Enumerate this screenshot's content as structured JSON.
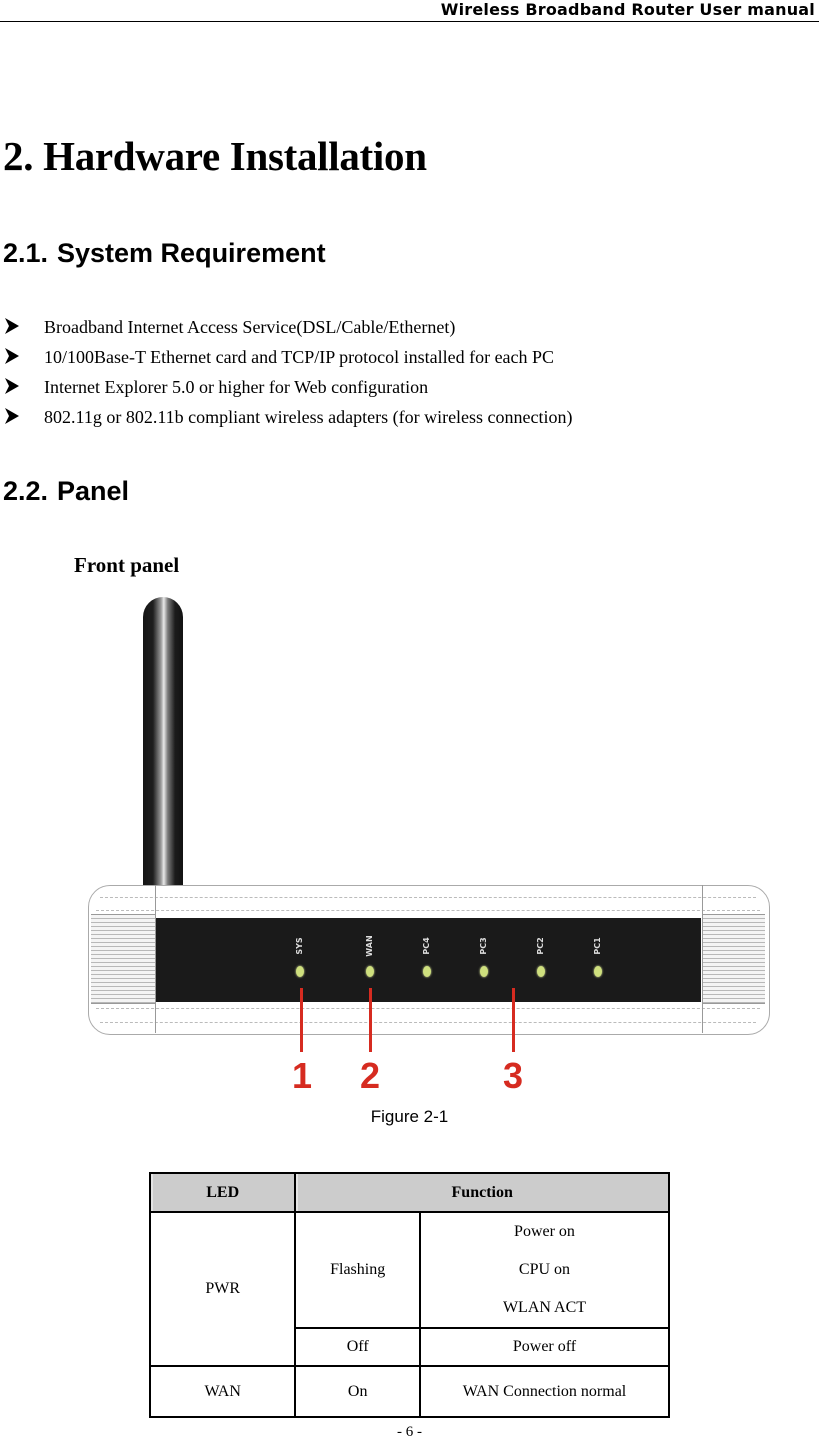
{
  "header": {
    "title": "Wireless Broadband Router User manual"
  },
  "chapter": {
    "number": "2.",
    "title": "Hardware Installation",
    "full": "2. Hardware Installation"
  },
  "sections": [
    {
      "number": "2.1.",
      "title": "System Requirement"
    },
    {
      "number": "2.2.",
      "title": "Panel"
    }
  ],
  "requirements": [
    "Broadband Internet Access Service(DSL/Cable/Ethernet)",
    "10/100Base-T Ethernet card and TCP/IP protocol installed for each PC",
    "Internet Explorer 5.0 or higher for Web configuration",
    "802.11g or 802.11b compliant wireless adapters (for wireless connection)"
  ],
  "front_panel": {
    "label": "Front panel",
    "leds": [
      "SYS",
      "WAN",
      "PC4",
      "PC3",
      "PC2",
      "PC1"
    ],
    "callouts": [
      "1",
      "2",
      "3"
    ],
    "caption": "Figure 2-1",
    "callout_color": "#d62b20",
    "led_color": "#cfe07e"
  },
  "led_table": {
    "headers": [
      "LED",
      "Function"
    ],
    "rows": [
      {
        "led": "PWR",
        "state": "Flashing",
        "function": [
          "Power on",
          "CPU on",
          "WLAN ACT"
        ]
      },
      {
        "led": "PWR",
        "state": "Off",
        "function": [
          "Power off"
        ]
      },
      {
        "led": "WAN",
        "state": "On",
        "function": [
          "WAN Connection normal"
        ]
      }
    ]
  },
  "footer": {
    "page_number": "- 6 -"
  }
}
